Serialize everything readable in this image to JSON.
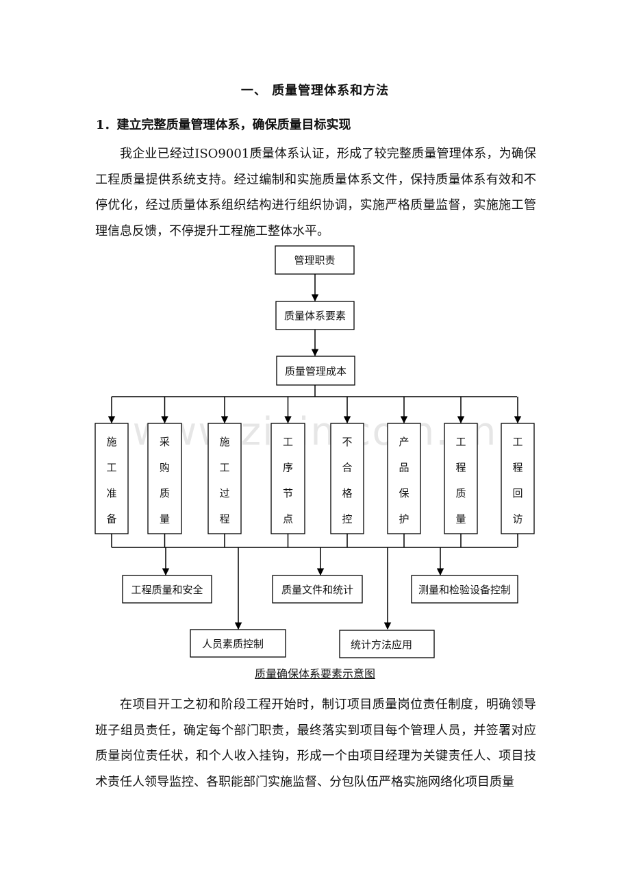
{
  "heading1": "一、  质量管理体系和方法",
  "heading2": "1．建立完整质量管理体系，确保质量目标实现",
  "para1": "我企业已经过ISO9001质量体系认证，形成了较完整质量管理体系，为确保工程质量提供系统支持。经过编制和实施质量体系文件，保持质量体系有效和不停优化，经过质量体系组织结构进行组织协调，实施严格质量监督，实施施工管理信息反馈，不停提升工程施工整体水平。",
  "watermark": "www.zixin.com.cn",
  "diagram": {
    "top_boxes": [
      "管理职责",
      "质量体系要素",
      "质量管理成本"
    ],
    "elements": [
      "施工准备",
      "采购质量",
      "施工过程",
      "工序节点",
      "不合格控",
      "产品保护",
      "工程质量",
      "工程回访"
    ],
    "outputs": [
      "工程质量和安全",
      "质量文件和统计",
      "测量和检验设备控制",
      "人员素质控制",
      "统计方法应用"
    ]
  },
  "caption": "质量确保体系要素示意图",
  "para2": "在项目开工之初和阶段工程开始时，制订项目质量岗位责任制度，明确领导班子组员责任，确定每个部门职责，最终落实到项目每个管理人员，并签署对应质量岗位责任状，和个人收入挂钩，形成一个由项目经理为关键责任人、项目技术责任人领导监控、各职能部门实施监督、分包队伍严格实施网络化项目质量"
}
